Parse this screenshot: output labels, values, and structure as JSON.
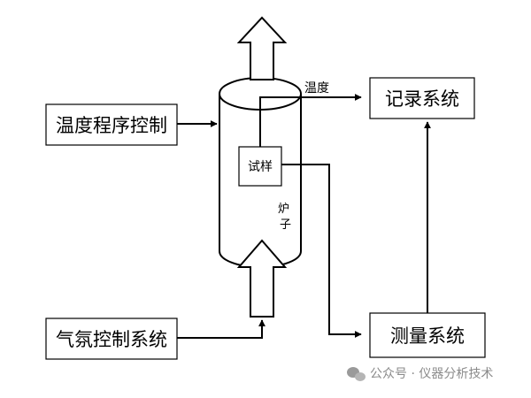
{
  "boxes": {
    "temp_program_control": "温度程序控制",
    "atmosphere_control": "气氛控制系统",
    "recording_system": "记录系统",
    "measurement_system": "测量系统",
    "sample": "试样"
  },
  "labels": {
    "temperature": "温度",
    "furnace_char1": "炉",
    "furnace_char2": "子"
  },
  "watermark": {
    "icon": "wechat-icon",
    "text": "公众号 · 仪器分析技术"
  },
  "colors": {
    "stroke": "#000000",
    "watermark": "#8a8a8a"
  }
}
